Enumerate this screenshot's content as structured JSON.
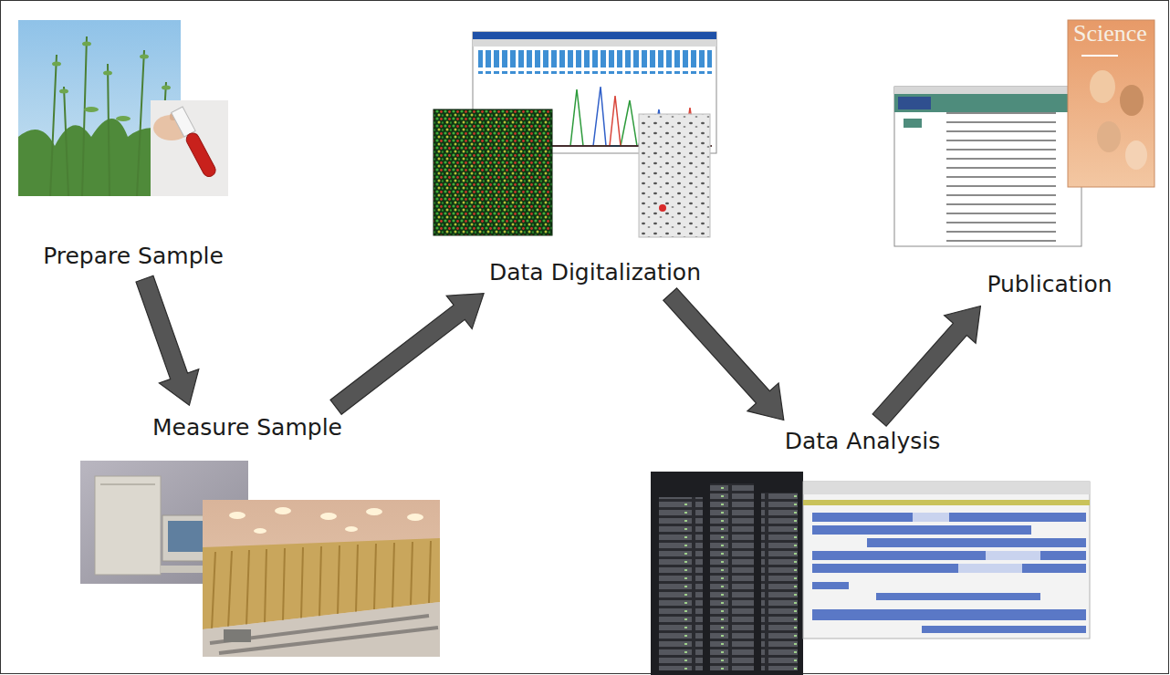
{
  "diagram": {
    "nodes": [
      {
        "text": [
          "Prepare Sample"
        ]
      },
      {
        "text": [
          "Measure Sample"
        ]
      },
      {
        "text": [
          "Data Digitalization"
        ]
      },
      {
        "text": [
          "Data Analysis"
        ]
      },
      {
        "text": [
          "Publication"
        ]
      }
    ],
    "edges": [
      {
        "from": 0,
        "to": 1,
        "arrow": "to"
      },
      {
        "from": 1,
        "to": 2,
        "arrow": "to"
      },
      {
        "from": 2,
        "to": 3,
        "arrow": "to"
      },
      {
        "from": 3,
        "to": 4,
        "arrow": "to"
      }
    ],
    "labels": [
      "Science"
    ]
  }
}
